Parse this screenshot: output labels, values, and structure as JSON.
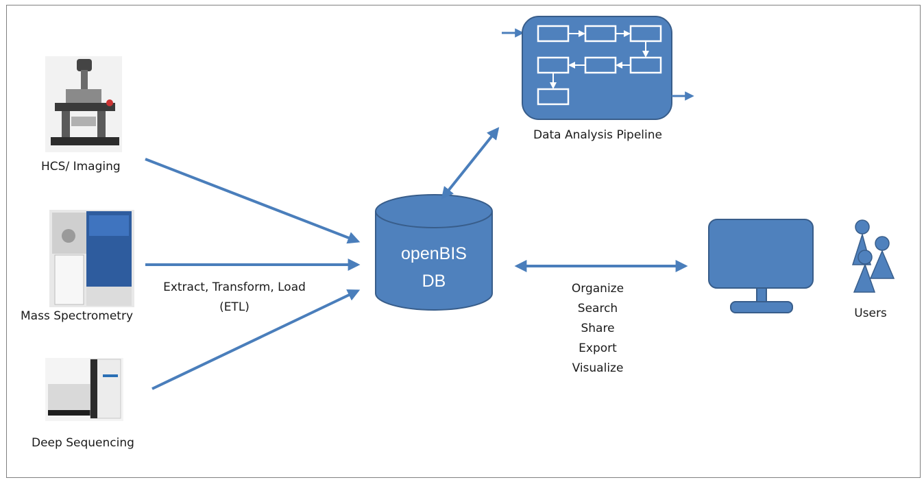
{
  "colors": {
    "accent": "#4f81bd",
    "accent_dark": "#385d8a",
    "arrow": "#4a7ebb",
    "text": "#1a1a1a",
    "border": "#7f7f7f"
  },
  "sources": [
    {
      "label": "HCS/ Imaging",
      "icon": "microscope-icon"
    },
    {
      "label": "Mass Spectrometry",
      "icon": "mass-spectrometer-icon"
    },
    {
      "label": "Deep Sequencing",
      "icon": "sequencer-icon"
    }
  ],
  "etl": {
    "line1": "Extract, Transform, Load",
    "line2": "(ETL)"
  },
  "database": {
    "line1": "openBIS",
    "line2": "DB",
    "icon": "database-cylinder-icon"
  },
  "pipeline": {
    "label": "Data Analysis Pipeline",
    "icon": "pipeline-flowchart-icon"
  },
  "actions": [
    "Organize",
    "Search",
    "Share",
    "Export",
    "Visualize"
  ],
  "monitor": {
    "icon": "monitor-icon"
  },
  "users": {
    "label": "Users",
    "icon": "users-icon"
  }
}
